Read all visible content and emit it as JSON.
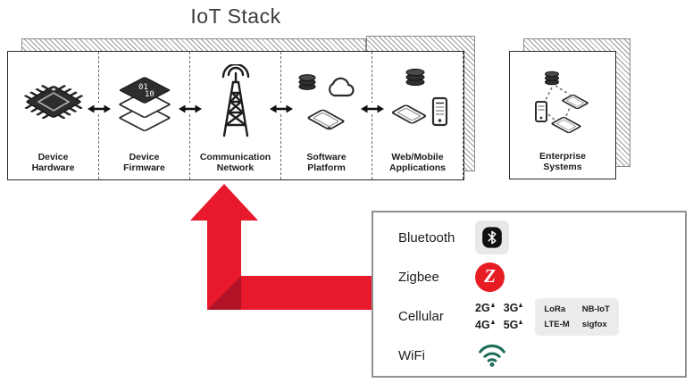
{
  "title": "IoT Stack",
  "stack": {
    "stages": [
      {
        "label": "Device\nHardware"
      },
      {
        "label": "Device\nFirmware",
        "icon_digits": [
          "01",
          "10"
        ]
      },
      {
        "label": "Communication\nNetwork"
      },
      {
        "label": "Software\nPlatform"
      },
      {
        "label": "Web/Mobile\nApplications"
      }
    ]
  },
  "enterprise": {
    "label": "Enterprise\nSystems"
  },
  "protocols": {
    "rows": [
      {
        "label": "Bluetooth"
      },
      {
        "label": "Zigbee",
        "symbol": "Z"
      },
      {
        "label": "Cellular",
        "badges": [
          "2G",
          "3G",
          "4G",
          "5G"
        ],
        "lpwan": [
          "LoRa",
          "NB-IoT",
          "LTE-M",
          "sigfox"
        ]
      },
      {
        "label": "WiFi"
      }
    ]
  },
  "colors": {
    "arrow_red": "#e8182d",
    "arrow_fold": "#b11226",
    "zigbee_red": "#e81c23",
    "wifi_green": "#1e6e5a"
  }
}
